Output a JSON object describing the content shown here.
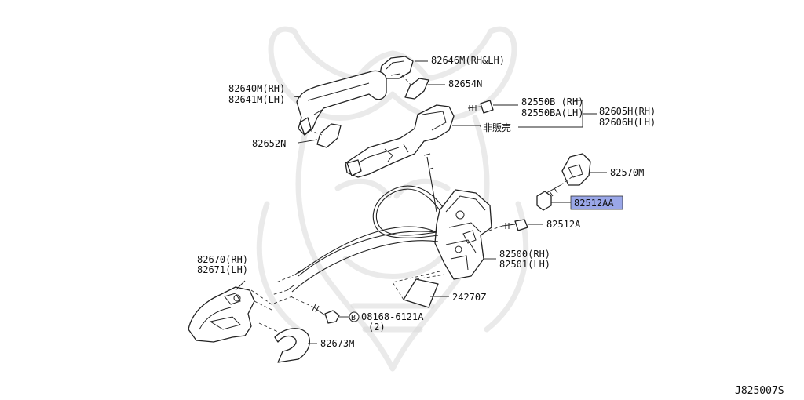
{
  "diagram_id": "J825007S",
  "highlight_color": "#9aa7e8",
  "watermark": "samurai-helmet-logo",
  "labels": {
    "handle_cover": "82646M(RH&LH)",
    "gasket_top": "82654N",
    "outside_handle_rh": "82640M(RH)",
    "outside_handle_lh": "82641M(LH)",
    "bolt_rh": "82550B (RH)",
    "bolt_lh": "82550BA(LH)",
    "bracket_rh": "82605H(RH)",
    "bracket_lh": "82606H(LH)",
    "not_for_sale": "非販売",
    "gasket_bottom": "82652N",
    "striker": "82570M",
    "screw_highlight": "82512AA",
    "screw": "82512A",
    "inside_handle_rh": "82670(RH)",
    "inside_handle_lh": "82671(LH)",
    "lock_rh": "82500(RH)",
    "lock_lh": "82501(LH)",
    "pad": "24270Z",
    "bolt_b_line1": "08168-6121A",
    "bolt_b_line2": "(2)",
    "bolt_b_marker": "B",
    "escutcheon": "82673M"
  }
}
